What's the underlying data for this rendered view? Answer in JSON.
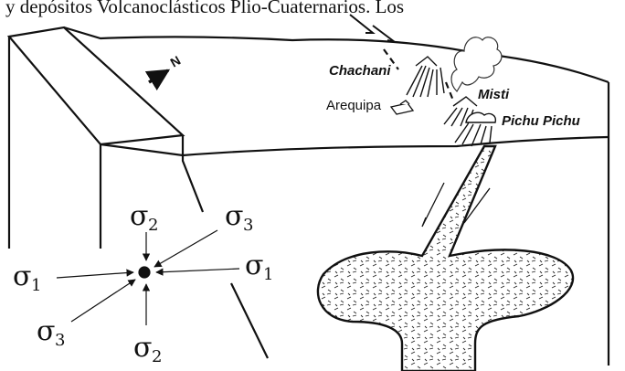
{
  "header_text": "y depósitos Volcanoclásticos Plio-Cuaternarios. Los",
  "compass_label": "N",
  "places": {
    "chachani": "Chachani",
    "arequipa": "Arequipa",
    "misti": "Misti",
    "pichu_pichu": "Pichu Pichu"
  },
  "stress": {
    "sigma": "σ",
    "s1": "1",
    "s2": "2",
    "s3": "3"
  },
  "colors": {
    "ink": "#111111",
    "paper": "#ffffff",
    "smoke": "#dddddd"
  }
}
